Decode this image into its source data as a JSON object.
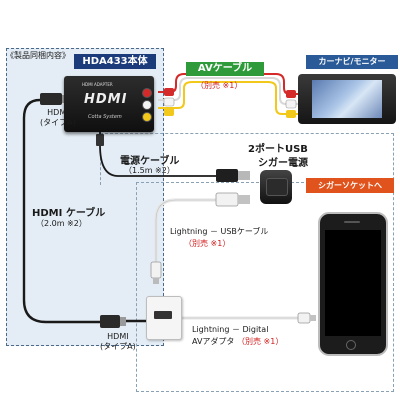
{
  "box_label": "《製品同梱内容》",
  "hda_title": "HDA433本体",
  "device": {
    "top_text": "HDMI ADAPTER",
    "logo": "HDMI",
    "brand": "Cotta System"
  },
  "av_cable": {
    "title": "AVケーブル",
    "note": "（別売 ※1）"
  },
  "car_nav": {
    "title": "カーナビ/モニター"
  },
  "hdmi_type_a_top": {
    "line1": "HDMI",
    "line2": "(タイプA)"
  },
  "power_cable": {
    "title": "電源ケーブル",
    "spec": "（1.5m ※2）"
  },
  "usb_charger": {
    "line1": "2ポートUSB",
    "line2": "シガー電源"
  },
  "cigarette_tag": "シガーソケットへ",
  "hdmi_cable": {
    "title": "HDMI ケーブル",
    "spec": "（2.0m ※2）"
  },
  "lightning_usb": {
    "title": "Lightning － USBケーブル",
    "note": "（別売 ※1）"
  },
  "hdmi_type_a_bottom": {
    "line1": "HDMI",
    "line2": "(タイプA)"
  },
  "lightning_adapter": {
    "line1": "Lightning － Digital",
    "line2_a": "AVアダプタ",
    "line2_b": "（別売 ※1）"
  },
  "colors": {
    "navy_tag": "#1b3b7a",
    "green_tag": "#2e9a3a",
    "blue_tag": "#2a5b98",
    "orange_tag": "#e0531c",
    "note_red": "#d11a1a",
    "box_fill": "#e4edf5",
    "rca_yellow": "#f2c81a",
    "rca_white": "#f4f4f4",
    "rca_red": "#d42a2a"
  }
}
